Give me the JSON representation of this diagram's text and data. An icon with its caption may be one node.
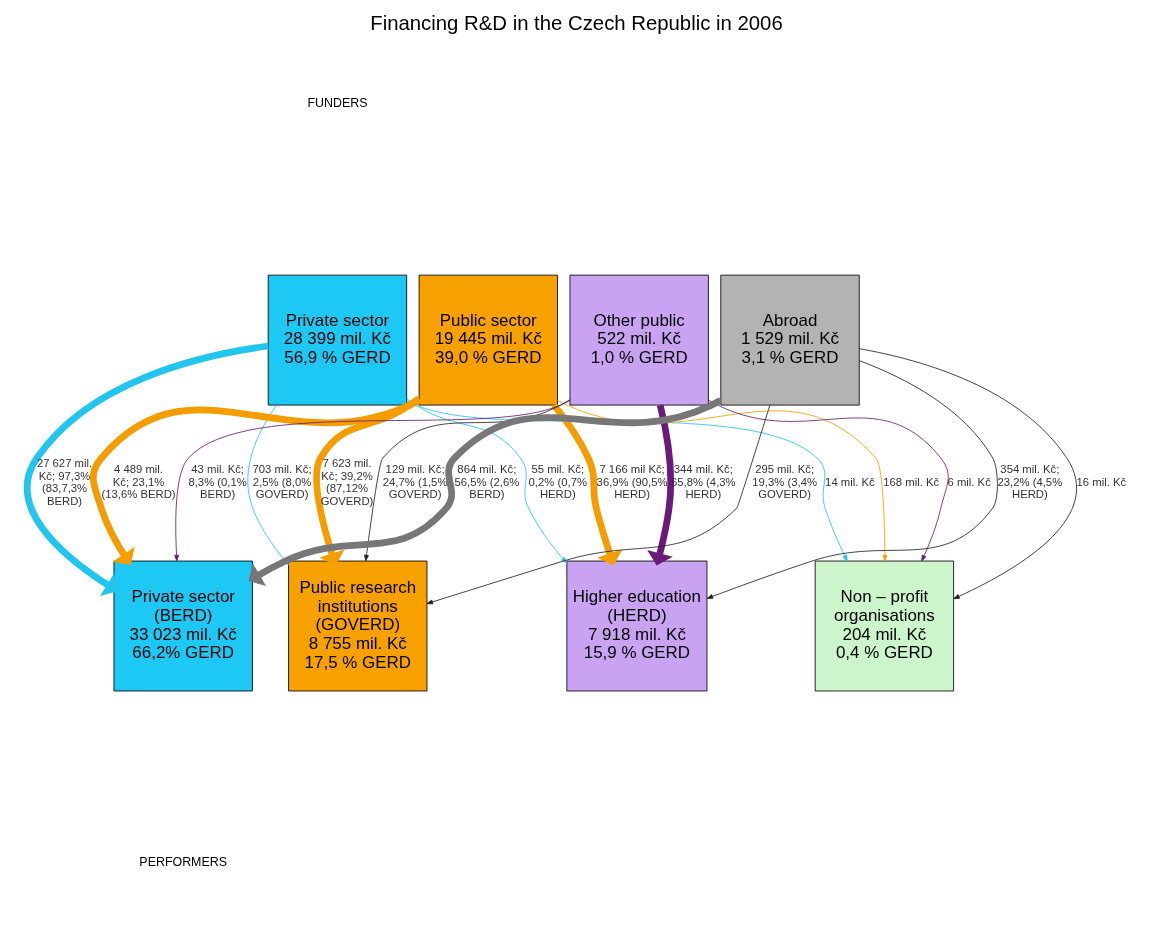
{
  "diagram": {
    "title": "Financing R&D in the Czech Republic in 2006",
    "nodes": [
      {
        "text": [
          "Private sector",
          "28 399 mil. Kč",
          "56,9 % GERD"
        ]
      },
      {
        "text": [
          "Public sector",
          "19 445 mil. Kč",
          "39,0 % GERD"
        ]
      },
      {
        "text": [
          "Other public",
          "522 mil. Kč",
          "1,0 % GERD"
        ]
      },
      {
        "text": [
          "Abroad",
          "1 529 mil. Kč",
          "3,1 % GERD"
        ]
      },
      {
        "text": [
          "Private sector (BERD)",
          "33 023 mil. Kč",
          "66,2% GERD"
        ]
      },
      {
        "text": [
          "Public research institutions (GOVERD)",
          "8 755 mil. Kč",
          "17,5 % GERD"
        ]
      },
      {
        "text": [
          "Higher education (HERD)",
          "7 918 mil. Kč",
          "15,9 % GERD"
        ]
      },
      {
        "text": [
          "Non – profit organisations",
          "204 mil. Kč",
          "0,4 % GERD"
        ]
      }
    ],
    "edges": [
      {
        "from": 0,
        "to": 4,
        "arrow": "to",
        "label": "27 627 mil. Kč; 97,3% (83,7,3% BERD)",
        "style": "thick",
        "color": "#22c4f0"
      },
      {
        "from": 0,
        "to": 5,
        "arrow": "to",
        "label": "703 mil. Kč; 2,5% (8,0% GOVERD)",
        "color": "#22c4f0"
      },
      {
        "from": 0,
        "to": 6,
        "arrow": "to",
        "label": "55 mil. Kč; 0,2% (0,7% HERD)",
        "color": "#22c4f0"
      },
      {
        "from": 0,
        "to": 7,
        "arrow": "to",
        "label": "14 mil. Kč",
        "color": "#22c4f0"
      },
      {
        "from": 1,
        "to": 4,
        "arrow": "to",
        "label": "4 489 mil. Kč; 23,1% (13,6% BERD)",
        "style": "thick",
        "color": "#f59c00"
      },
      {
        "from": 1,
        "to": 5,
        "arrow": "to",
        "label": "7 623 mil. Kč; 39,2% (87,12% GOVERD)",
        "style": "thick",
        "color": "#f59c00"
      },
      {
        "from": 1,
        "to": 6,
        "arrow": "to",
        "label": "7 166 mil Kč; 36,9% (90,5% HERD)",
        "style": "thick",
        "color": "#f59c00"
      },
      {
        "from": 1,
        "to": 7,
        "arrow": "to",
        "label": "168 mil. Kč",
        "color": "#f59c00"
      },
      {
        "from": 2,
        "to": 4,
        "arrow": "to",
        "label": "43 mil. Kč; 8,3% (0,1% BERD)",
        "color": "#6a1b7a"
      },
      {
        "from": 2,
        "to": 5,
        "arrow": "to",
        "label": "129 mil. Kč; 24,7% (1,5% GOVERD)",
        "color": "#222222"
      },
      {
        "from": 2,
        "to": 6,
        "arrow": "to",
        "label": "344 mil. Kč; 65,8% (4,3% HERD)",
        "style": "thick",
        "color": "#6a1b7a"
      },
      {
        "from": 2,
        "to": 7,
        "arrow": "to",
        "label": "6 mil. Kč",
        "color": "#6a1b7a"
      },
      {
        "from": 3,
        "to": 4,
        "arrow": "to",
        "label": "864 mil. Kč; 56,5% (2,6% BERD)",
        "style": "thick",
        "color": "#777777"
      },
      {
        "from": 3,
        "to": 5,
        "arrow": "to",
        "label": "295 mil. Kč; 19,3% (3,4% GOVERD)",
        "color": "#222222"
      },
      {
        "from": 3,
        "to": 6,
        "arrow": "to",
        "label": "354 mil. Kč; 23,2% (4,5% HERD)",
        "color": "#222222"
      },
      {
        "from": 3,
        "to": 7,
        "arrow": "to",
        "label": "16 mil. Kč",
        "color": "#222222"
      }
    ],
    "labels": [
      "FUNDERS",
      "PERFORMERS"
    ]
  }
}
